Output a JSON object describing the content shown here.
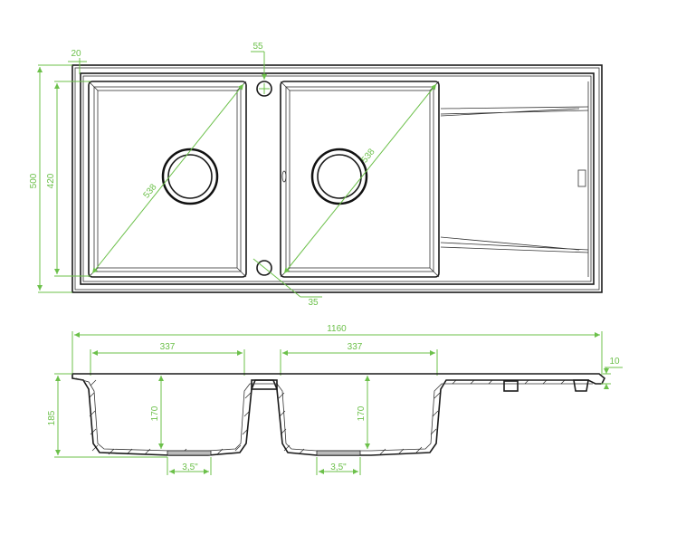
{
  "title": "Double bowl sink with drainboard — technical drawing",
  "colors": {
    "dimension": "#6cc04a",
    "outline": "#1a1a1a"
  },
  "top_view": {
    "overall_depth": "500",
    "bowl_depth": "420",
    "rim_offset": "20",
    "tap_hole_offset": "55",
    "bowl1_diagonal": "538",
    "bowl2_diagonal": "538",
    "tap_hole_diameter": "35"
  },
  "side_view": {
    "overall_width": "1160",
    "bowl1_width": "337",
    "bowl2_width": "337",
    "overall_height": "185",
    "bowl1_depth": "170",
    "bowl2_depth": "170",
    "drain1_size": "3,5\"",
    "drain2_size": "3,5\"",
    "rim_thickness": "10"
  }
}
